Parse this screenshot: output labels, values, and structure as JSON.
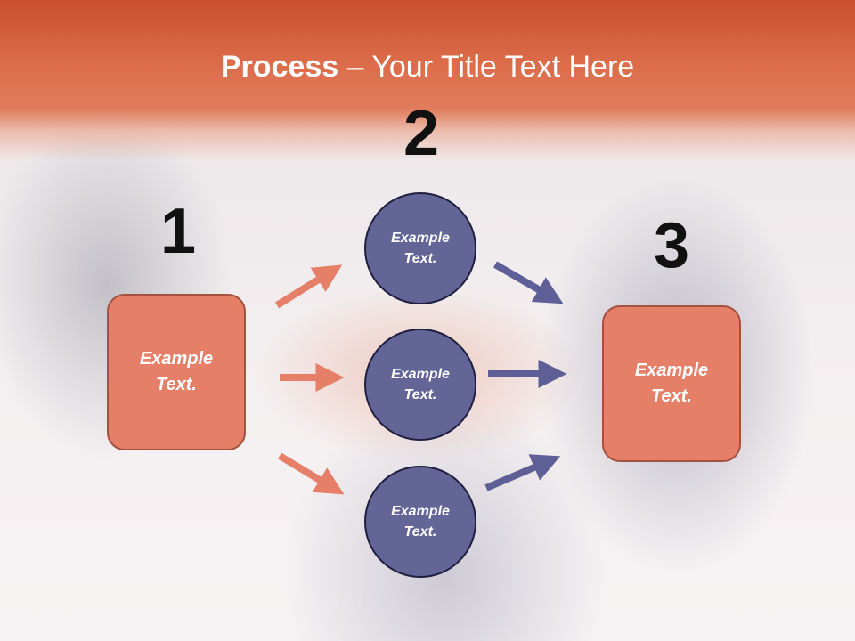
{
  "title": {
    "bold": "Process",
    "rest": " – Your Title Text Here"
  },
  "steps": {
    "step1": {
      "number": "1",
      "text": "Example\nText."
    },
    "step2": {
      "number": "2",
      "items": [
        {
          "text": "Example\nText."
        },
        {
          "text": "Example\nText."
        },
        {
          "text": "Example\nText."
        }
      ]
    },
    "step3": {
      "number": "3",
      "text": "Example\nText."
    }
  },
  "colors": {
    "title_band": "#dc6c4a",
    "box_fill": "#e57f67",
    "box_border": "#a4513f",
    "circle_fill": "#636597",
    "circle_border": "#1f1f3f",
    "arrow_left": "#e57f67",
    "arrow_right": "#5f5f97"
  }
}
